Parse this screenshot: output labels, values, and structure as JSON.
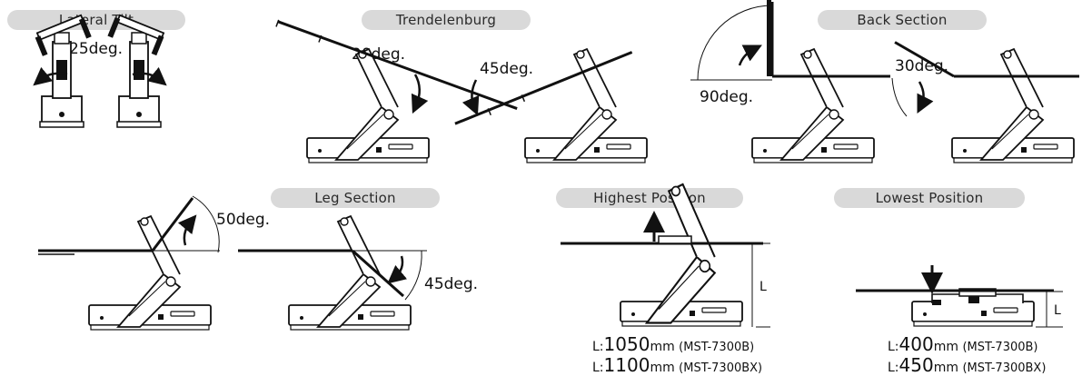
{
  "sections": {
    "lateral_tilt": {
      "title": "Lateral Tilt",
      "angle": "25deg."
    },
    "trendelenburg": {
      "title": "Trendelenburg",
      "angle_a": "20deg.",
      "angle_b": "45deg."
    },
    "back_section": {
      "title": "Back Section",
      "angle_a": "90deg.",
      "angle_b": "30deg."
    },
    "leg_section": {
      "title": "Leg Section",
      "angle_a": "50deg.",
      "angle_b": "45deg."
    },
    "highest_position": {
      "title": "Highest Position",
      "dim_label": "L",
      "specs": [
        {
          "prefix": "L:",
          "value": "1050",
          "unit": "mm",
          "model": "(MST-7300B)"
        },
        {
          "prefix": "L:",
          "value": "1100",
          "unit": "mm",
          "model": "(MST-7300BX)"
        }
      ]
    },
    "lowest_position": {
      "title": "Lowest Position",
      "dim_label": "L",
      "specs": [
        {
          "prefix": "L:",
          "value": "400",
          "unit": "mm",
          "model": "(MST-7300B)"
        },
        {
          "prefix": "L:",
          "value": "450",
          "unit": "mm",
          "model": "(MST-7300BX)"
        }
      ]
    }
  }
}
